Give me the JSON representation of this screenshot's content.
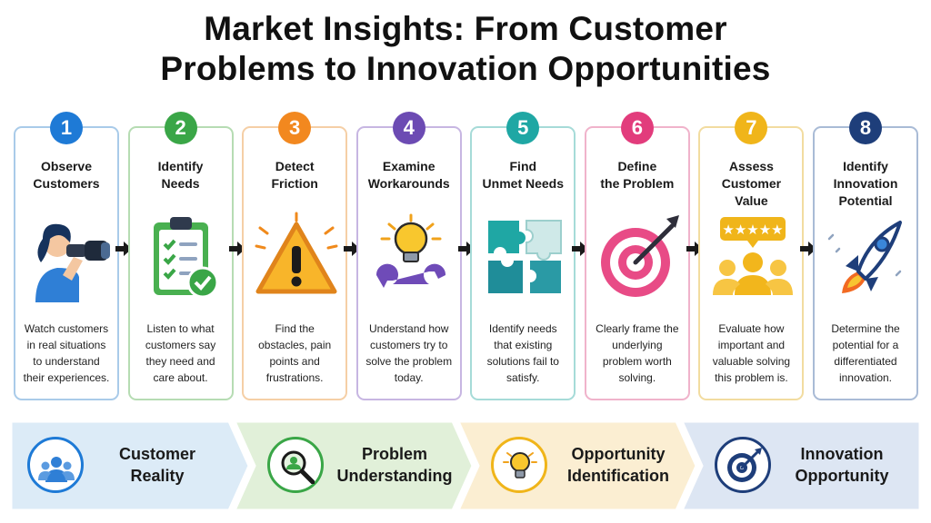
{
  "title": {
    "line1": "Market Insights: From Customer",
    "line2": "Problems to Innovation Opportunities"
  },
  "steps": [
    {
      "number": "1",
      "title_lines": [
        "Observe",
        "Customers"
      ],
      "icon": "binoculars-person-icon",
      "color": "#1e7ad6",
      "border": "#a9cbe9",
      "desc_lines": [
        "Watch customers",
        "in real situations",
        "to understand",
        "their experiences."
      ]
    },
    {
      "number": "2",
      "title_lines": [
        "Identify",
        "Needs"
      ],
      "icon": "clipboard-checklist-icon",
      "color": "#3aa647",
      "border": "#b6dcb3",
      "desc_lines": [
        "Listen to what",
        "customers say",
        "they need and",
        "care about."
      ]
    },
    {
      "number": "3",
      "title_lines": [
        "Detect",
        "Friction"
      ],
      "icon": "warning-triangle-icon",
      "color": "#f2881f",
      "border": "#f5cfa6",
      "desc_lines": [
        "Find the",
        "obstacles, pain",
        "points and",
        "frustrations."
      ]
    },
    {
      "number": "4",
      "title_lines": [
        "Examine",
        "Workarounds"
      ],
      "icon": "lightbulb-wrench-icon",
      "color": "#6c4bb3",
      "border": "#c7b6e2",
      "desc_lines": [
        "Understand how",
        "customers try to",
        "solve the problem",
        "today."
      ]
    },
    {
      "number": "5",
      "title_lines": [
        "Find",
        "Unmet Needs"
      ],
      "icon": "puzzle-pieces-icon",
      "color": "#1fa7a4",
      "border": "#a6dbd8",
      "desc_lines": [
        "Identify needs",
        "that existing",
        "solutions fail to",
        "satisfy."
      ]
    },
    {
      "number": "6",
      "title_lines": [
        "Define",
        "the Problem"
      ],
      "icon": "target-arrow-icon",
      "color": "#e23c7c",
      "border": "#f0b3cb",
      "desc_lines": [
        "Clearly frame the",
        "underlying",
        "problem worth",
        "solving."
      ]
    },
    {
      "number": "7",
      "title_lines": [
        "Assess",
        "Customer Value"
      ],
      "icon": "rated-group-icon",
      "color": "#f0b51a",
      "border": "#f2dca0",
      "desc_lines": [
        "Evaluate how",
        "important and",
        "valuable solving",
        "this problem is."
      ]
    },
    {
      "number": "8",
      "title_lines": [
        "Identify",
        "Innovation",
        "Potential"
      ],
      "icon": "rocket-icon",
      "color": "#1e3e7a",
      "border": "#a9bbd6",
      "desc_lines": [
        "Determine the",
        "potential for a",
        "differentiated",
        "innovation."
      ]
    }
  ],
  "phases": [
    {
      "label_lines": [
        "Customer",
        "Reality"
      ],
      "icon": "people-group-icon",
      "fill": "#dcebf7",
      "accent": "#1e7ad6"
    },
    {
      "label_lines": [
        "Problem",
        "Understanding"
      ],
      "icon": "person-search-icon",
      "fill": "#e1f0d9",
      "accent": "#3aa647"
    },
    {
      "label_lines": [
        "Opportunity",
        "Identification"
      ],
      "icon": "lightbulb-icon",
      "fill": "#fbeed2",
      "accent": "#f0b51a"
    },
    {
      "label_lines": [
        "Innovation",
        "Opportunity"
      ],
      "icon": "target-icon",
      "fill": "#dde6f3",
      "accent": "#1e3e7a"
    }
  ]
}
